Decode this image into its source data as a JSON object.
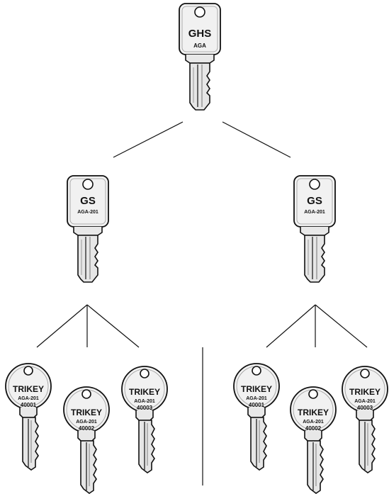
{
  "master_key": {
    "brand": "GHS",
    "code": "AGA"
  },
  "group_keys": [
    {
      "brand": "GS",
      "code": "AGA-201"
    },
    {
      "brand": "GS",
      "code": "AGA-201"
    }
  ],
  "user_keys": [
    {
      "brand": "TRIKEY",
      "code": "AGA-201",
      "number": "40001"
    },
    {
      "brand": "TRIKEY",
      "code": "AGA-201",
      "number": "40002"
    },
    {
      "brand": "TRIKEY",
      "code": "AGA-201",
      "number": "40003"
    },
    {
      "brand": "TRIKEY",
      "code": "AGA-201",
      "number": "40001"
    },
    {
      "brand": "TRIKEY",
      "code": "AGA-201",
      "number": "40002"
    },
    {
      "brand": "TRIKEY",
      "code": "AGA-201",
      "number": "40003"
    }
  ]
}
